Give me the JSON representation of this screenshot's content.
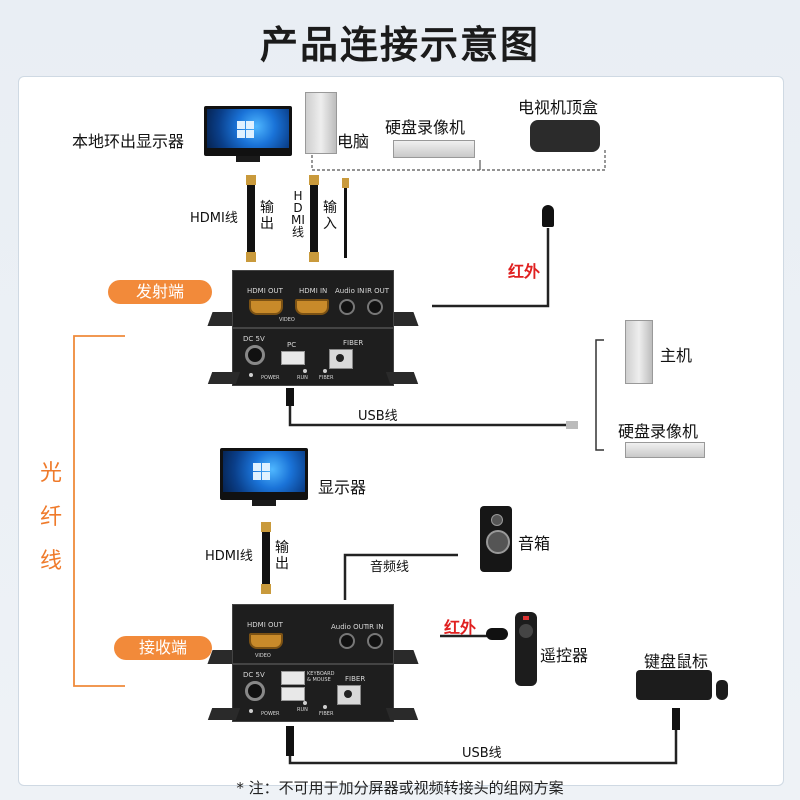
{
  "title": "产品连接示意图",
  "labels": {
    "local_monitor": "本地环出显示器",
    "pc": "电脑",
    "dvr_top": "硬盘录像机",
    "set_top_box": "电视机顶盒",
    "hdmi_cable_1": "HDMI线",
    "out_1": "输出",
    "hdmi_cable_2": "HDMI线",
    "in_1": "输入",
    "ir_1": "红外",
    "transmitter": "发射端",
    "host": "主机",
    "dvr_right": "硬盘录像机",
    "usb_cable_1": "USB线",
    "fiber": "光纤线",
    "monitor_2": "显示器",
    "hdmi_cable_3": "HDMI线",
    "out_2": "输出",
    "speaker": "音箱",
    "audio_cable": "音频线",
    "ir_2": "红外",
    "receiver": "接收端",
    "remote": "遥控器",
    "keyboard_mouse": "键盘鼠标",
    "usb_cable_2": "USB线"
  },
  "tx_ports": {
    "hdmi_out": "HDMI OUT",
    "hdmi_in": "HDMI IN",
    "video": "VIDEO",
    "audio_in": "Audio IN",
    "ir_out": "IR OUT",
    "dc": "DC 5V",
    "pc": "PC",
    "fiber": "FIBER",
    "power": "POWER",
    "run": "RUN",
    "fiber_led": "FIBER"
  },
  "rx_ports": {
    "hdmi_out": "HDMI OUT",
    "video": "VIDEO",
    "audio_out": "Audio OUT",
    "ir_in": "IR IN",
    "dc": "DC 5V",
    "kbm": "KEYBOARD & MOUSE",
    "fiber": "FIBER",
    "power": "POWER",
    "run": "RUN",
    "fiber_led": "FIBER"
  },
  "footnote": "* 注：不可用于加分屏器或视频转接头的组网方案",
  "colors": {
    "accent": "#f28a3a",
    "ir": "#e02020",
    "fiber_line": "#ef8a3a"
  }
}
